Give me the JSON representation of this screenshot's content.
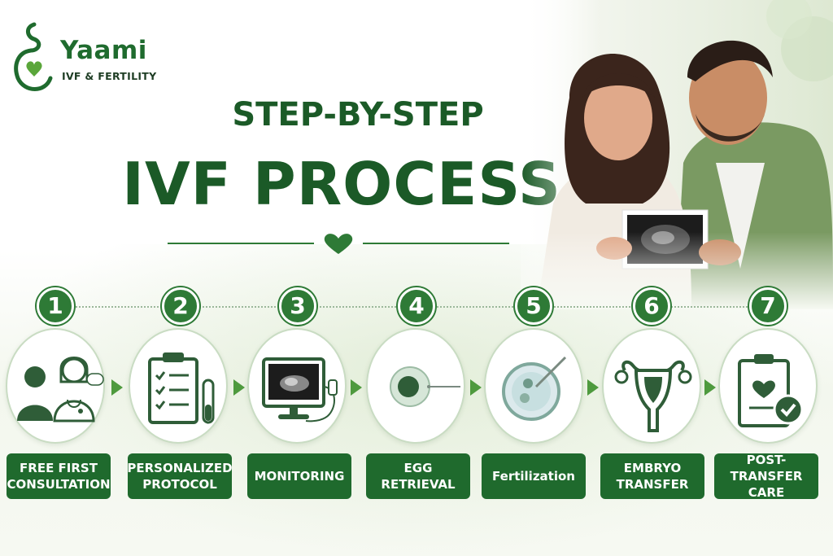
{
  "brand": {
    "name": "Yaami",
    "subtitle": "IVF & FERTILITY",
    "color": "#1f6b2e"
  },
  "heading": {
    "line1": "STEP-BY-STEP",
    "line2": "IVF PROCESS"
  },
  "colors": {
    "primary": "#1b5a27",
    "badge": "#2e7a36",
    "label_bg": "#1f6a2d",
    "arrow": "#4e9a3e"
  },
  "steps": [
    {
      "number": "1",
      "label": "FREE FIRST\nCONSULTATION",
      "icon": "doctor-patient-icon"
    },
    {
      "number": "2",
      "label": "PERSONALIZED\nPROTOCOL",
      "icon": "clipboard-checklist-icon"
    },
    {
      "number": "3",
      "label": "MONITORING",
      "icon": "ultrasound-monitor-icon"
    },
    {
      "number": "4",
      "label": "EGG\nRETRIEVAL",
      "icon": "egg-needle-icon"
    },
    {
      "number": "5",
      "label": "Fertilization",
      "icon": "petri-dish-icon"
    },
    {
      "number": "6",
      "label": "EMBRYO\nTRANSFER",
      "icon": "uterus-icon"
    },
    {
      "number": "7",
      "label": "POST-TRANSFER\nCARE",
      "icon": "clipboard-heart-check-icon"
    }
  ]
}
